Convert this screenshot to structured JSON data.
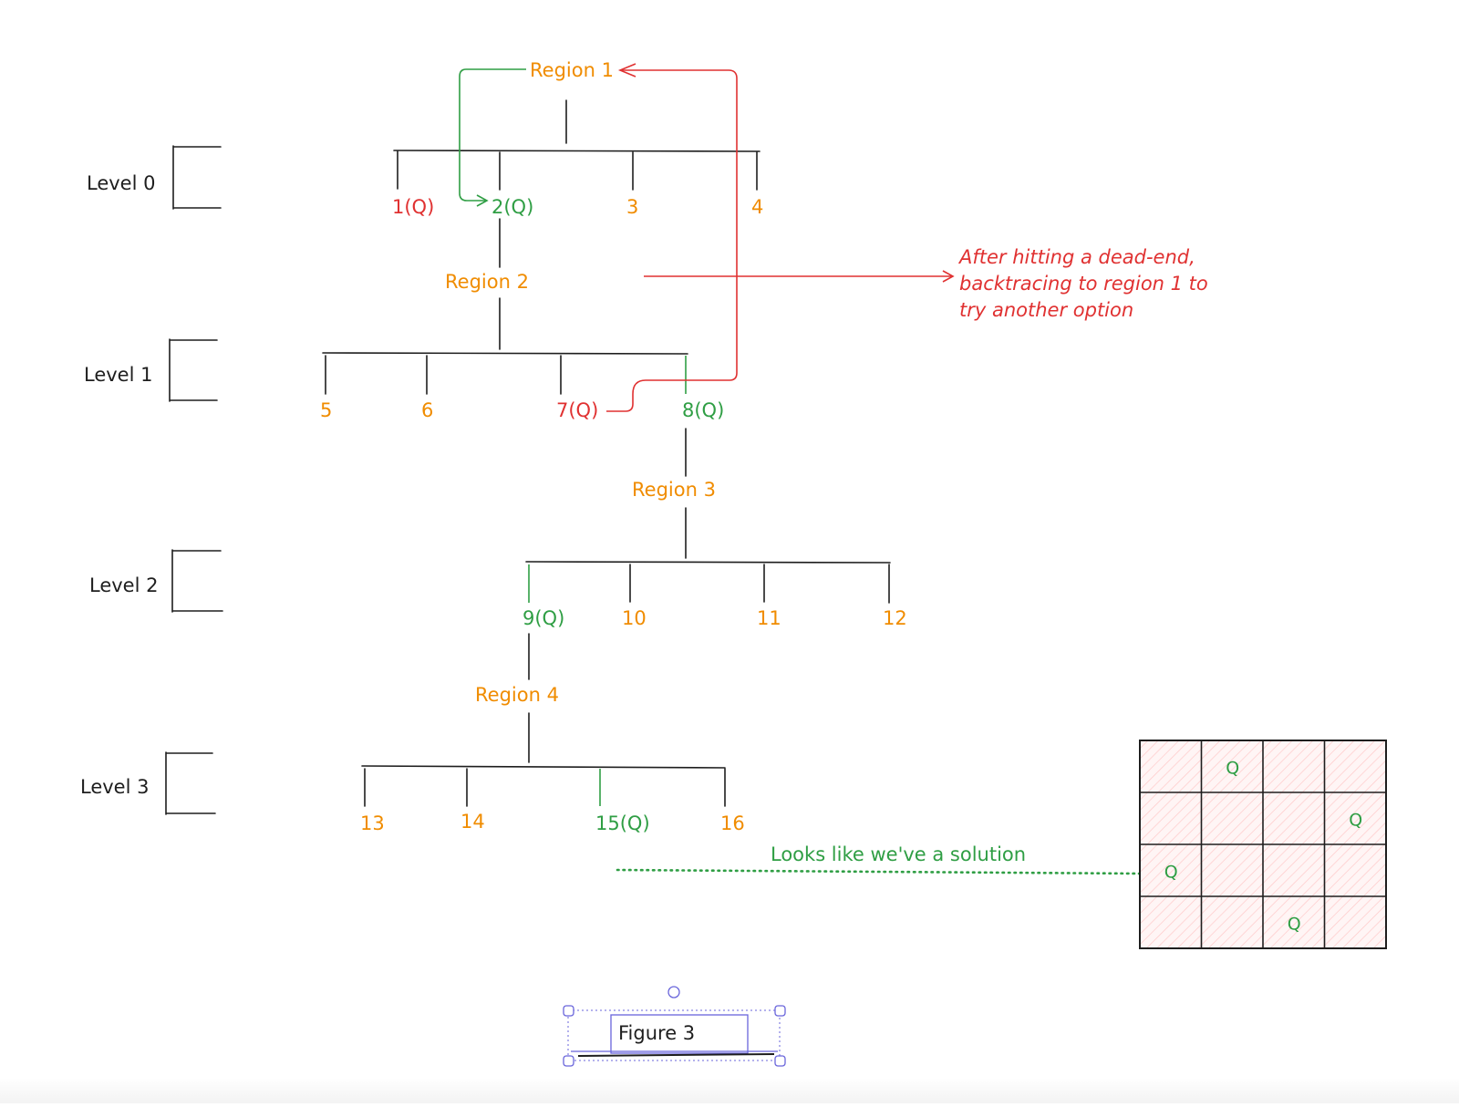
{
  "colors": {
    "orange": "#f08c00",
    "red": "#e03131",
    "green": "#2f9e44",
    "ink": "#1e1e1e",
    "selection": "#6965db",
    "hatch": "#ffc9c9"
  },
  "levels": [
    "Level 0",
    "Level 1",
    "Level 2",
    "Level 3"
  ],
  "regions": [
    "Region 1",
    "Region 2",
    "Region 3",
    "Region 4"
  ],
  "nodes": {
    "level0": [
      "1(Q)",
      "2(Q)",
      "3",
      "4"
    ],
    "level1": [
      "5",
      "6",
      "7(Q)",
      "8(Q)"
    ],
    "level2": [
      "9(Q)",
      "10",
      "11",
      "12"
    ],
    "level3": [
      "13",
      "14",
      "15(Q)",
      "16"
    ]
  },
  "annotations": {
    "backtrack": [
      "After hitting a dead-end,",
      "backtracing to region 1 to",
      "try another option"
    ],
    "solution": "Looks like we've a solution"
  },
  "board": {
    "size": 4,
    "cell_text": "Q",
    "queens": [
      {
        "row": 0,
        "col": 1
      },
      {
        "row": 1,
        "col": 3
      },
      {
        "row": 2,
        "col": 0
      },
      {
        "row": 3,
        "col": 2
      }
    ]
  },
  "caption": "Figure 3"
}
